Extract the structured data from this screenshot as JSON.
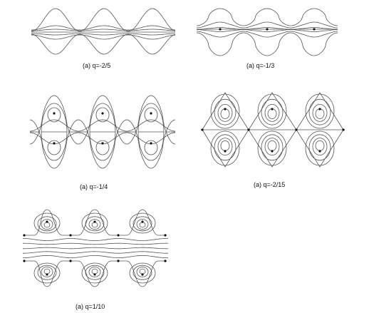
{
  "panels": [
    {
      "caption": "(a) q=-2/5"
    },
    {
      "caption": "(a) q=-1/3"
    },
    {
      "caption": "(a) q=-1/4"
    },
    {
      "caption": "(a) q=-2/15"
    },
    {
      "caption": "(a) q=1/10"
    }
  ]
}
